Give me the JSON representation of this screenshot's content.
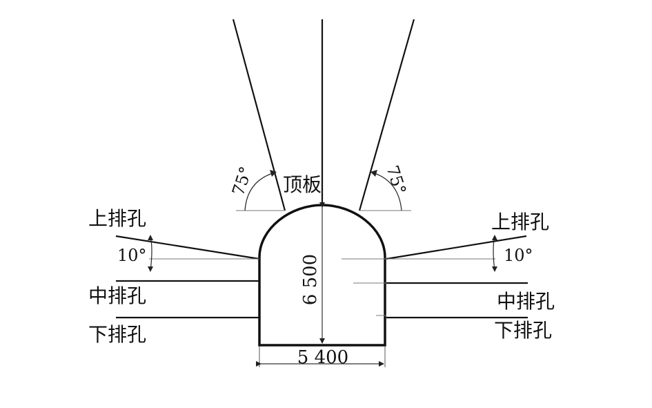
{
  "diagram": {
    "roof_label": "顶板",
    "left": {
      "upper_hole": "上排孔",
      "middle_hole": "中排孔",
      "lower_hole": "下排孔",
      "upper_angle": "10°",
      "roof_angle": "75°"
    },
    "right": {
      "upper_hole": "上排孔",
      "middle_hole": "中排孔",
      "lower_hole": "下排孔",
      "upper_angle": "10°",
      "roof_angle": "75°"
    },
    "height_dimension": "6 500",
    "width_dimension": "5 400"
  }
}
